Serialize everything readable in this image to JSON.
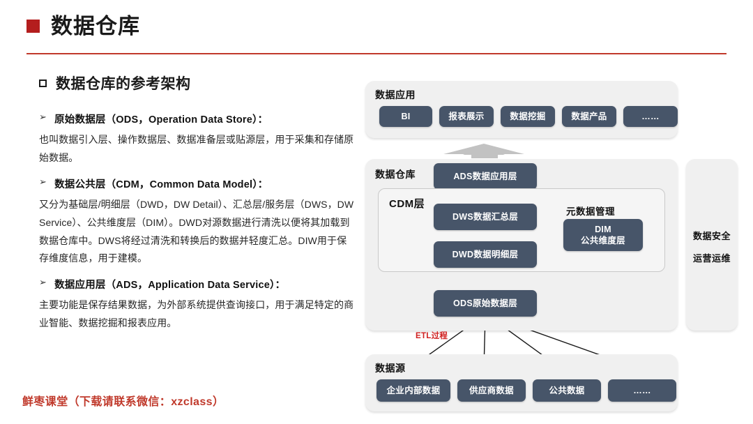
{
  "header": {
    "title": "数据仓库",
    "bullet_color": "#b41e1e",
    "rule_color": "#c0392b"
  },
  "left": {
    "section_heading": "数据仓库的参考架构",
    "paragraphs": [
      {
        "bullet": "➢",
        "heading": "原始数据层（ODS，Operation Data Store）：",
        "body": "也叫数据引入层、操作数据层、数据准备层或贴源层，用于采集和存储原始数据。"
      },
      {
        "bullet": "➢",
        "heading": "数据公共层（CDM，Common Data Model）：",
        "body": "又分为基础层/明细层（DWD，DW Detail）、汇总层/服务层（DWS，DW Service）、公共维度层（DIM）。DWD对源数据进行清洗以便将其加载到数据仓库中。DWS将经过清洗和转换后的数据并轻度汇总。DIW用于保存维度信息，用于建模。"
      },
      {
        "bullet": "➢",
        "heading": "数据应用层（ADS，Application Data Service）：",
        "body": "主要功能是保存结果数据，为外部系统提供查询接口，用于满足特定的商业智能、数据挖掘和报表应用。"
      }
    ],
    "footer": "鲜枣课堂（下载请联系微信：xzclass）"
  },
  "diagram": {
    "chip_color": "#475569",
    "panel_color": "#f0f0f0",
    "application": {
      "label": "数据应用",
      "chips": [
        "BI",
        "报表展示",
        "数据挖掘",
        "数据产品",
        "……"
      ]
    },
    "warehouse": {
      "label": "数据仓库",
      "ads_chip": "ADS数据应用层",
      "ods_chip": "ODS原始数据层",
      "cdm": {
        "label": "CDM层",
        "chips": [
          "DWS数据汇总层",
          "DWD数据明细层"
        ],
        "meta_label": "元数据管理",
        "dim_chip_line1": "DIM",
        "dim_chip_line2": "公共维度层"
      }
    },
    "source": {
      "label": "数据源",
      "chips": [
        "企业内部数据",
        "供应商数据",
        "公共数据",
        "……"
      ]
    },
    "side": {
      "line1": "数据安全",
      "line2": "运营运维"
    },
    "etl_label": "ETL过程",
    "etl_label_color": "#d02020"
  }
}
